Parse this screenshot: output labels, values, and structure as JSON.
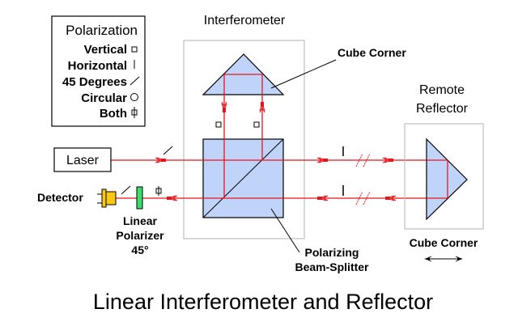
{
  "title": "Linear Interferometer and Reflector",
  "legend": {
    "title": "Polarization",
    "items": [
      {
        "label": "Vertical",
        "symbol": "square-icon"
      },
      {
        "label": "Horizontal",
        "symbol": "vertical-bar-icon"
      },
      {
        "label": "45 Degrees",
        "symbol": "diagonal-slash-icon"
      },
      {
        "label": "Circular",
        "symbol": "circle-icon"
      },
      {
        "label": "Both",
        "symbol": "phi-icon"
      }
    ]
  },
  "labels": {
    "interferometer": "Interferometer",
    "cube_corner_top": "Cube Corner",
    "remote_reflector_line1": "Remote",
    "remote_reflector_line2": "Reflector",
    "laser": "Laser",
    "detector": "Detector",
    "linear_polarizer_line1": "Linear",
    "linear_polarizer_line2": "Polarizer",
    "linear_polarizer_line3": "45°",
    "beam_splitter_line1": "Polarizing",
    "beam_splitter_line2": "Beam-Splitter",
    "cube_corner_remote": "Cube Corner"
  },
  "colors": {
    "beam": "#e8141c",
    "optic_fill": "#c0d4fa",
    "detector": "#ffc814",
    "polarizer": "#3cdc6e",
    "frame": "#bdbdbd"
  }
}
